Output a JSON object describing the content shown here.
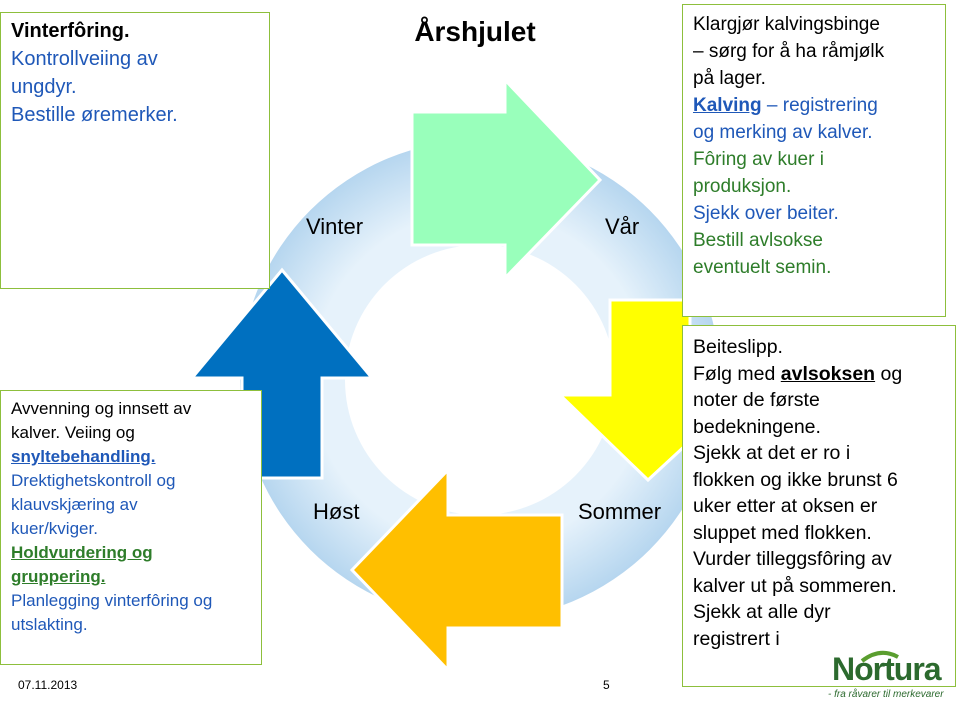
{
  "title": "Årshjulet",
  "seasons": {
    "winter": "Vinter",
    "spring": "Vår",
    "summer": "Sommer",
    "autumn": "Høst"
  },
  "winter_box": {
    "l1": "Vinterfôring.",
    "l2": "Kontrollveiing av",
    "l3": "ungdyr.",
    "l4": "Bestille øremerker."
  },
  "spring_box": {
    "l1": "Klargjør kalvingsbinge",
    "l2": "– sørg for å ha råmjølk",
    "l3": "på lager.",
    "l4a": "Kalving",
    "l4b": " – registrering",
    "l5": "og merking av kalver.",
    "l6": "Fôring av kuer i",
    "l7": "produksjon.",
    "l8": "Sjekk over beiter.",
    "l9": "Bestill avlsokse",
    "l10": "eventuelt semin."
  },
  "autumn_box": {
    "l1": "Avvenning og innsett av",
    "l2": "kalver. Veiing og",
    "l3": "snyltebehandling.",
    "l4": "Drektighetskontroll og",
    "l5": "klauvskjæring av",
    "l6": "kuer/kviger.",
    "l7": "Holdvurdering og",
    "l8": "gruppering.",
    "l9": "Planlegging vinterfôring og",
    "l10": "utslakting."
  },
  "summer_box": {
    "l1": "Beiteslipp.",
    "l2a": "Følg med ",
    "l2b": "avlsoksen",
    "l2c": " og",
    "l3": "noter de første",
    "l4": "bedekningene.",
    "l5": "Sjekk at det er ro i",
    "l6": "flokken og  ikke brunst  6",
    "l7": "uker etter at oksen er",
    "l8": "sluppet med flokken.",
    "l9": "Vurder tilleggsfôring av",
    "l10": "kalver ut på sommeren.",
    "l11": "Sjekk at alle dyr",
    "l12": "registrert i"
  },
  "footer": {
    "date": "07.11.2013",
    "page": "5"
  },
  "logo": {
    "name": "Nortura",
    "tagline": "- fra råvarer til merkevarer"
  },
  "colors": {
    "spring_arrow": "#99ffbb",
    "summer_arrow": "#ffff00",
    "autumn_arrow": "#ffbf00",
    "winter_arrow": "#0070c0",
    "ring": "#b9d8f0",
    "box_border": "#8dbf3c"
  }
}
